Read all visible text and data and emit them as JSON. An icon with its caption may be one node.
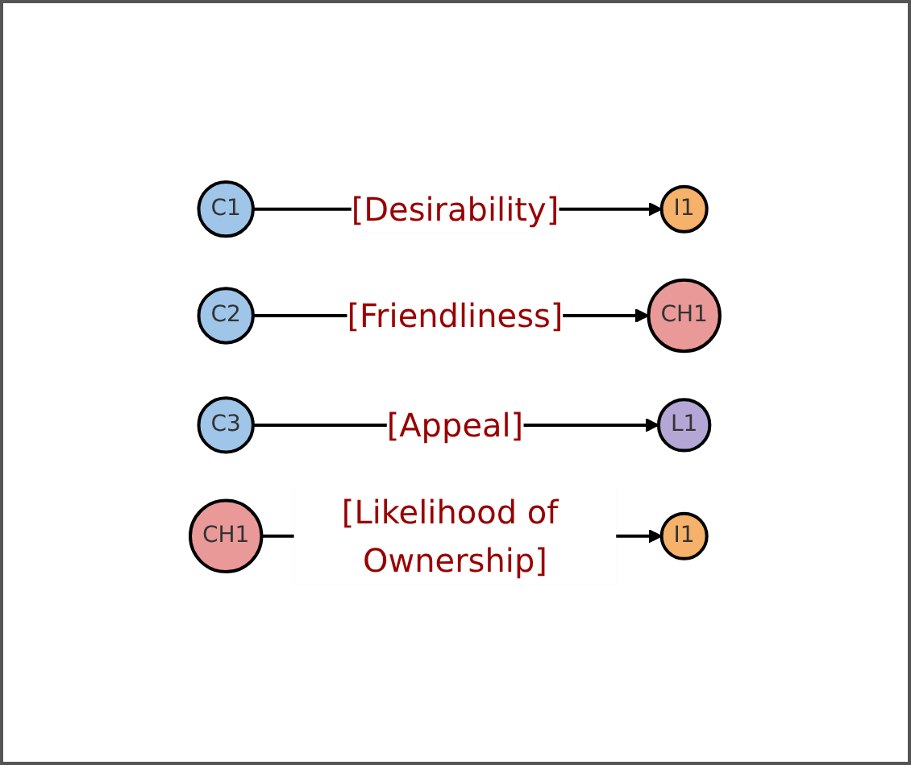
{
  "diagram": {
    "nodes": [
      {
        "text": [
          "C1"
        ]
      },
      {
        "text": [
          "I1"
        ]
      },
      {
        "text": [
          "C2"
        ]
      },
      {
        "text": [
          "CH1"
        ]
      },
      {
        "text": [
          "C3"
        ]
      },
      {
        "text": [
          "L1"
        ]
      },
      {
        "text": [
          "CH1"
        ]
      },
      {
        "text": [
          "I1"
        ]
      }
    ],
    "edges": [
      {
        "from": 0,
        "to": 1,
        "arrow": "to",
        "label": "[Desirability]"
      },
      {
        "from": 2,
        "to": 3,
        "arrow": "to",
        "label": "[Friendliness]"
      },
      {
        "from": 4,
        "to": 5,
        "arrow": "to",
        "label": "[Appeal]"
      },
      {
        "from": 6,
        "to": 7,
        "arrow": "to",
        "label": "[Likelihood of Ownership]"
      }
    ]
  }
}
